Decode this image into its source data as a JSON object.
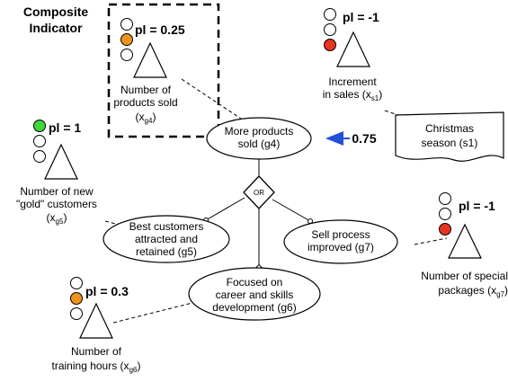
{
  "composite": {
    "line1": "Composite",
    "line2": "Indicator"
  },
  "goals": {
    "g4": {
      "line1": "More products",
      "line2": "sold (g4)"
    },
    "g5": {
      "line1": "Best customers",
      "line2": "attracted and",
      "line3": "retained (g5)"
    },
    "g6": {
      "line1": "Focused on",
      "line2": "career and skills",
      "line3": "development (g6)"
    },
    "g7": {
      "line1": "Sell process",
      "line2": "improved (g7)"
    }
  },
  "or_label": "OR",
  "situation": {
    "line1": "Christmas",
    "line2": "season (s1)",
    "weight": "0.75"
  },
  "indicators": {
    "xg4": {
      "pl": "pl = 0.25",
      "line1": "Number of",
      "line2": "products sold",
      "var": "(x",
      "sub": "g4",
      "close": ")",
      "lights": [
        "#ffffff",
        "#f0921e",
        "#ffffff"
      ]
    },
    "xs1": {
      "pl": "pl = -1",
      "line1": "Increment",
      "line2_pre": "in sales (x",
      "sub": "s1",
      "close": ")",
      "lights": [
        "#ffffff",
        "#ffffff",
        "#e8331e"
      ]
    },
    "xg5": {
      "pl": "pl = 1",
      "line1": "Number of new",
      "line2": "\"gold\" customers",
      "var": "(x",
      "sub": "g5",
      "close": ")",
      "lights": [
        "#3fd83a",
        "#ffffff",
        "#ffffff"
      ]
    },
    "xg7": {
      "pl": "pl = -1",
      "line1": "Number of special",
      "line2_pre": "packages (x",
      "sub": "g7",
      "close": ")",
      "lights": [
        "#ffffff",
        "#ffffff",
        "#e8331e"
      ]
    },
    "xg6": {
      "pl": "pl = 0.3",
      "line1": "Number of",
      "line2_pre": "training hours (x",
      "sub": "g6",
      "close": ")",
      "lights": [
        "#ffffff",
        "#f0921e",
        "#ffffff"
      ]
    }
  },
  "colors": {
    "arrow": "#2350d6"
  }
}
